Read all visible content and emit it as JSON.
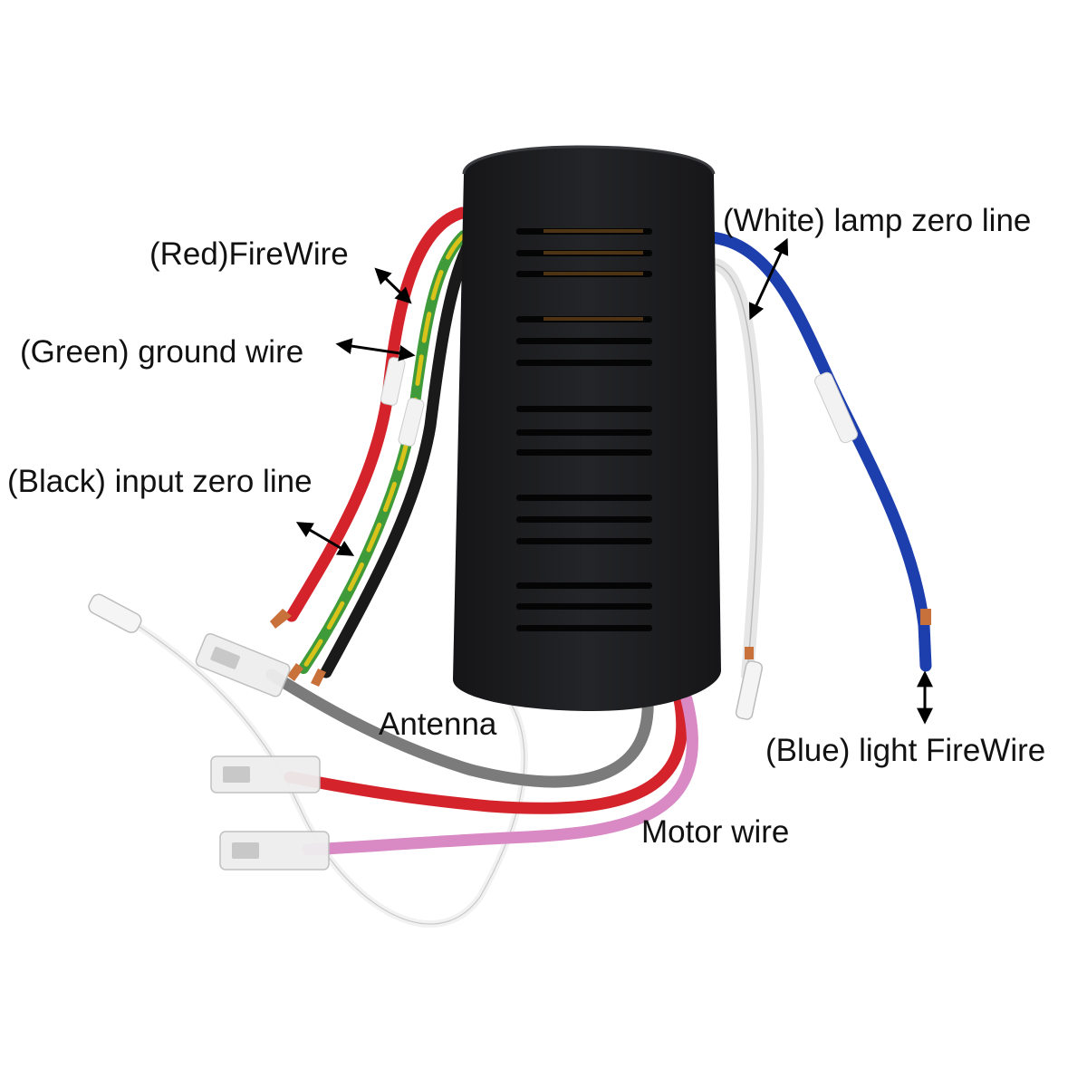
{
  "labels": {
    "red_firewire": "(Red)FireWire",
    "green_ground": "(Green) ground wire",
    "black_input_zero": "(Black) input zero line",
    "white_lamp_zero": "(White) lamp zero line",
    "blue_light_firewire": "(Blue) light FireWire",
    "antenna": "Antenna",
    "motor_wire": "Motor wire"
  },
  "colors": {
    "housing": "#1d1e20",
    "red_wire": "#d4232b",
    "green_wire": "#3f9a3a",
    "yellow_wire": "#d9c21a",
    "black_wire": "#1a1a1a",
    "white_wire": "#ececec",
    "blue_wire": "#1d3fae",
    "gray_wire": "#7b7b7b",
    "pink_wire": "#d98ac5",
    "copper": "#c9713a"
  }
}
